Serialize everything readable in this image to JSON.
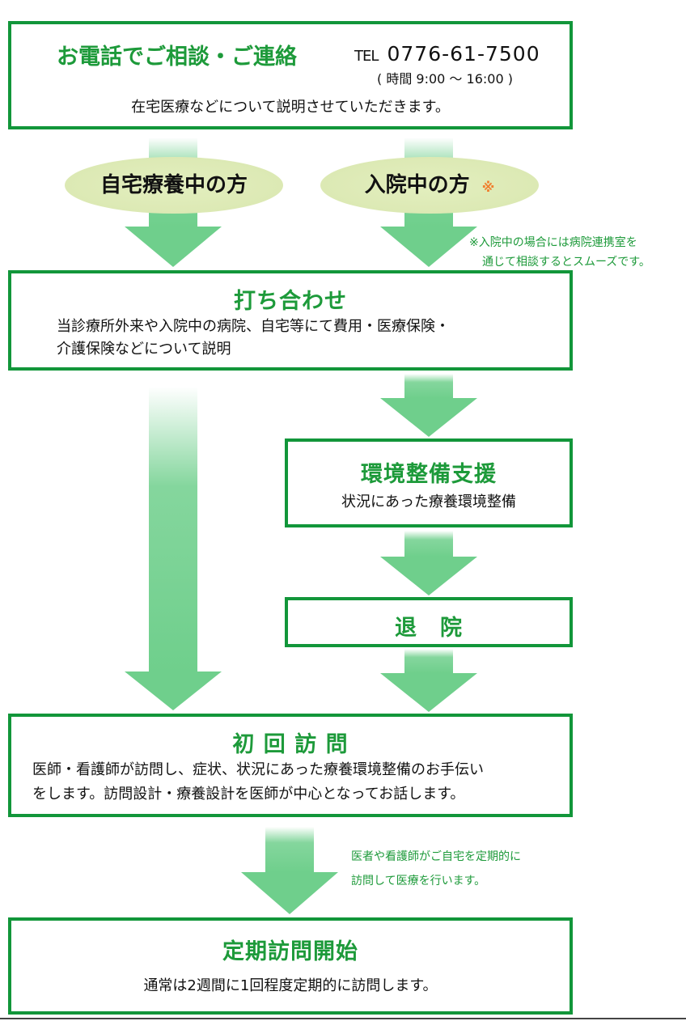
{
  "contact": {
    "title": "お電話でご相談・ご連絡",
    "tel_prefix": "TEL",
    "tel_number": "0776-61-7500",
    "hours": "( 時間 9:00 ～ 16:00 )",
    "description": "在宅医療などについて説明させていただきます。"
  },
  "branches": {
    "home": "自宅療養中の方",
    "hospital": "入院中の方",
    "hospital_mark": "※",
    "note_line1": "※入院中の場合には病院連携室を",
    "note_line2": "通じて相談するとスムーズです。"
  },
  "meeting": {
    "title": "打ち合わせ",
    "line1": "当診療所外来や入院中の病院、自宅等にて費用・医療保険・",
    "line2": "介護保険などについて説明"
  },
  "environment": {
    "title": "環境整備支援",
    "description": "状況にあった療養環境整備"
  },
  "discharge": {
    "title": "退　院"
  },
  "first_visit": {
    "title": "初 回 訪 問",
    "line1": "医師・看護師が訪問し、症状、状況にあった療養環境整備のお手伝い",
    "line2": "をします。訪問設計・療養設計を医師が中心となってお話します。"
  },
  "visit_note": {
    "line1": "医者や看護師がご自宅を定期的に",
    "line2": "訪問して医療を行います。"
  },
  "regular": {
    "title": "定期訪問開始",
    "description": "通常は2週間に1回程度定期的に訪問します。"
  },
  "colors": {
    "border": "#12963a",
    "title": "#1d9a3a",
    "arrow": "#6fcf8c",
    "oval": "#dce9b4",
    "mark": "#f08030"
  }
}
